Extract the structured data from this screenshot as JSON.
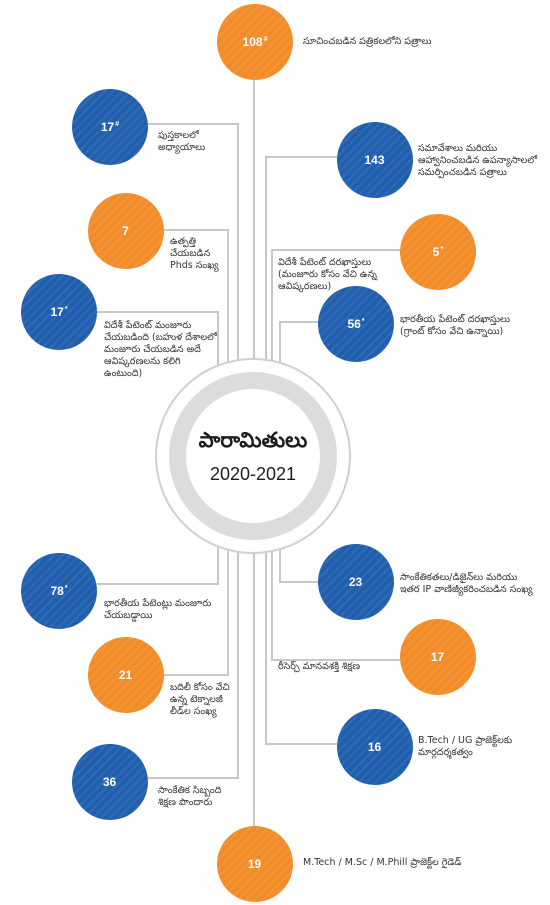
{
  "center": {
    "title": "పారామితులు",
    "years": "2020-2021"
  },
  "colors": {
    "orange": "#F28C28",
    "blue": "#1F5FAD",
    "connector": "#c7c7c7",
    "ring": "#dcdcdf"
  },
  "items": [
    {
      "id": "suggested-journal-papers",
      "value": "108",
      "marker": "#",
      "color": "orange",
      "label": "సూచించబడిన పత్రికలలోని పత్రాలు"
    },
    {
      "id": "book-chapters",
      "value": "17",
      "marker": "#",
      "color": "blue",
      "label": "పుస్తకాలలో\nఅధ్యాయాలు"
    },
    {
      "id": "conference-papers",
      "value": "143",
      "marker": "",
      "color": "blue",
      "label": "సమావేశాలు మరియు\nఆహ్వానించబడిన ఉపన్యాసాలలో\nసమర్పించబడిన పత్రాలు"
    },
    {
      "id": "phds-produced",
      "value": "7",
      "marker": "",
      "color": "orange",
      "label": "ఉత్పత్తి\nచేయబడిన\nPhds సంఖ్య"
    },
    {
      "id": "foreign-patent-applications",
      "value": "5",
      "marker": "*",
      "color": "orange",
      "label": "విదేశీ పేటెంట్ దరఖాస్తులు\n(మంజూరు కోసం వేచి ఉన్న\nఆవిష్కరణలు)"
    },
    {
      "id": "foreign-patents-granted",
      "value": "17",
      "marker": "*",
      "color": "blue",
      "label": "విదేశీ పేటెంట్ మంజూరు\nచేయబడింది (బహుళ దేశాలలో\nమంజూరు చేయబడిన అదే\nఆవిష్కరణలను కలిగి\nఉంటుంది)"
    },
    {
      "id": "indian-patent-applications",
      "value": "56",
      "marker": "*",
      "color": "blue",
      "label": "భారతీయ పేటెంట్ దరఖాస్తులు\n(గ్రాంట్ కోసం వేచి ఉన్నాయి)"
    },
    {
      "id": "technologies-designs-ip",
      "value": "23",
      "marker": "",
      "color": "blue",
      "label": "సాంకేతికతలు/డిజైన్‌లు మరియు\nఇతర IP వాణిజ్యీకరించబడిన సంఖ్య"
    },
    {
      "id": "indian-patents-granted",
      "value": "78",
      "marker": "*",
      "color": "blue",
      "label": "భారతీయ పేటెంట్లు మంజూరు\nచేయబడ్డాయి"
    },
    {
      "id": "research-manpower-training",
      "value": "17",
      "marker": "",
      "color": "orange",
      "label": "రీసెర్చ్ మానవశక్తి శిక్షణ"
    },
    {
      "id": "technologies-awaiting-transfer",
      "value": "21",
      "marker": "",
      "color": "orange",
      "label": "బదిలీ కోసం వేచి\nఉన్న టెక్నాలజీ\nలీడ్‌ల సంఖ్య"
    },
    {
      "id": "btech-ug-project-guidance",
      "value": "16",
      "marker": "",
      "color": "blue",
      "label": "B.Tech / UG ప్రాజెక్ట్‌లకు\nమార్గదర్శకత్వం"
    },
    {
      "id": "technical-staff-training",
      "value": "36",
      "marker": "",
      "color": "blue",
      "label": "సాంకేతిక సిబ్బంది\nశిక్షణ పొందారు"
    },
    {
      "id": "mtech-msc-mphil-guidance",
      "value": "19",
      "marker": "",
      "color": "orange",
      "label": "M.Tech / M.Sc / M.Phill ప్రాజెక్ట్‌ల గైడెడ్"
    }
  ]
}
